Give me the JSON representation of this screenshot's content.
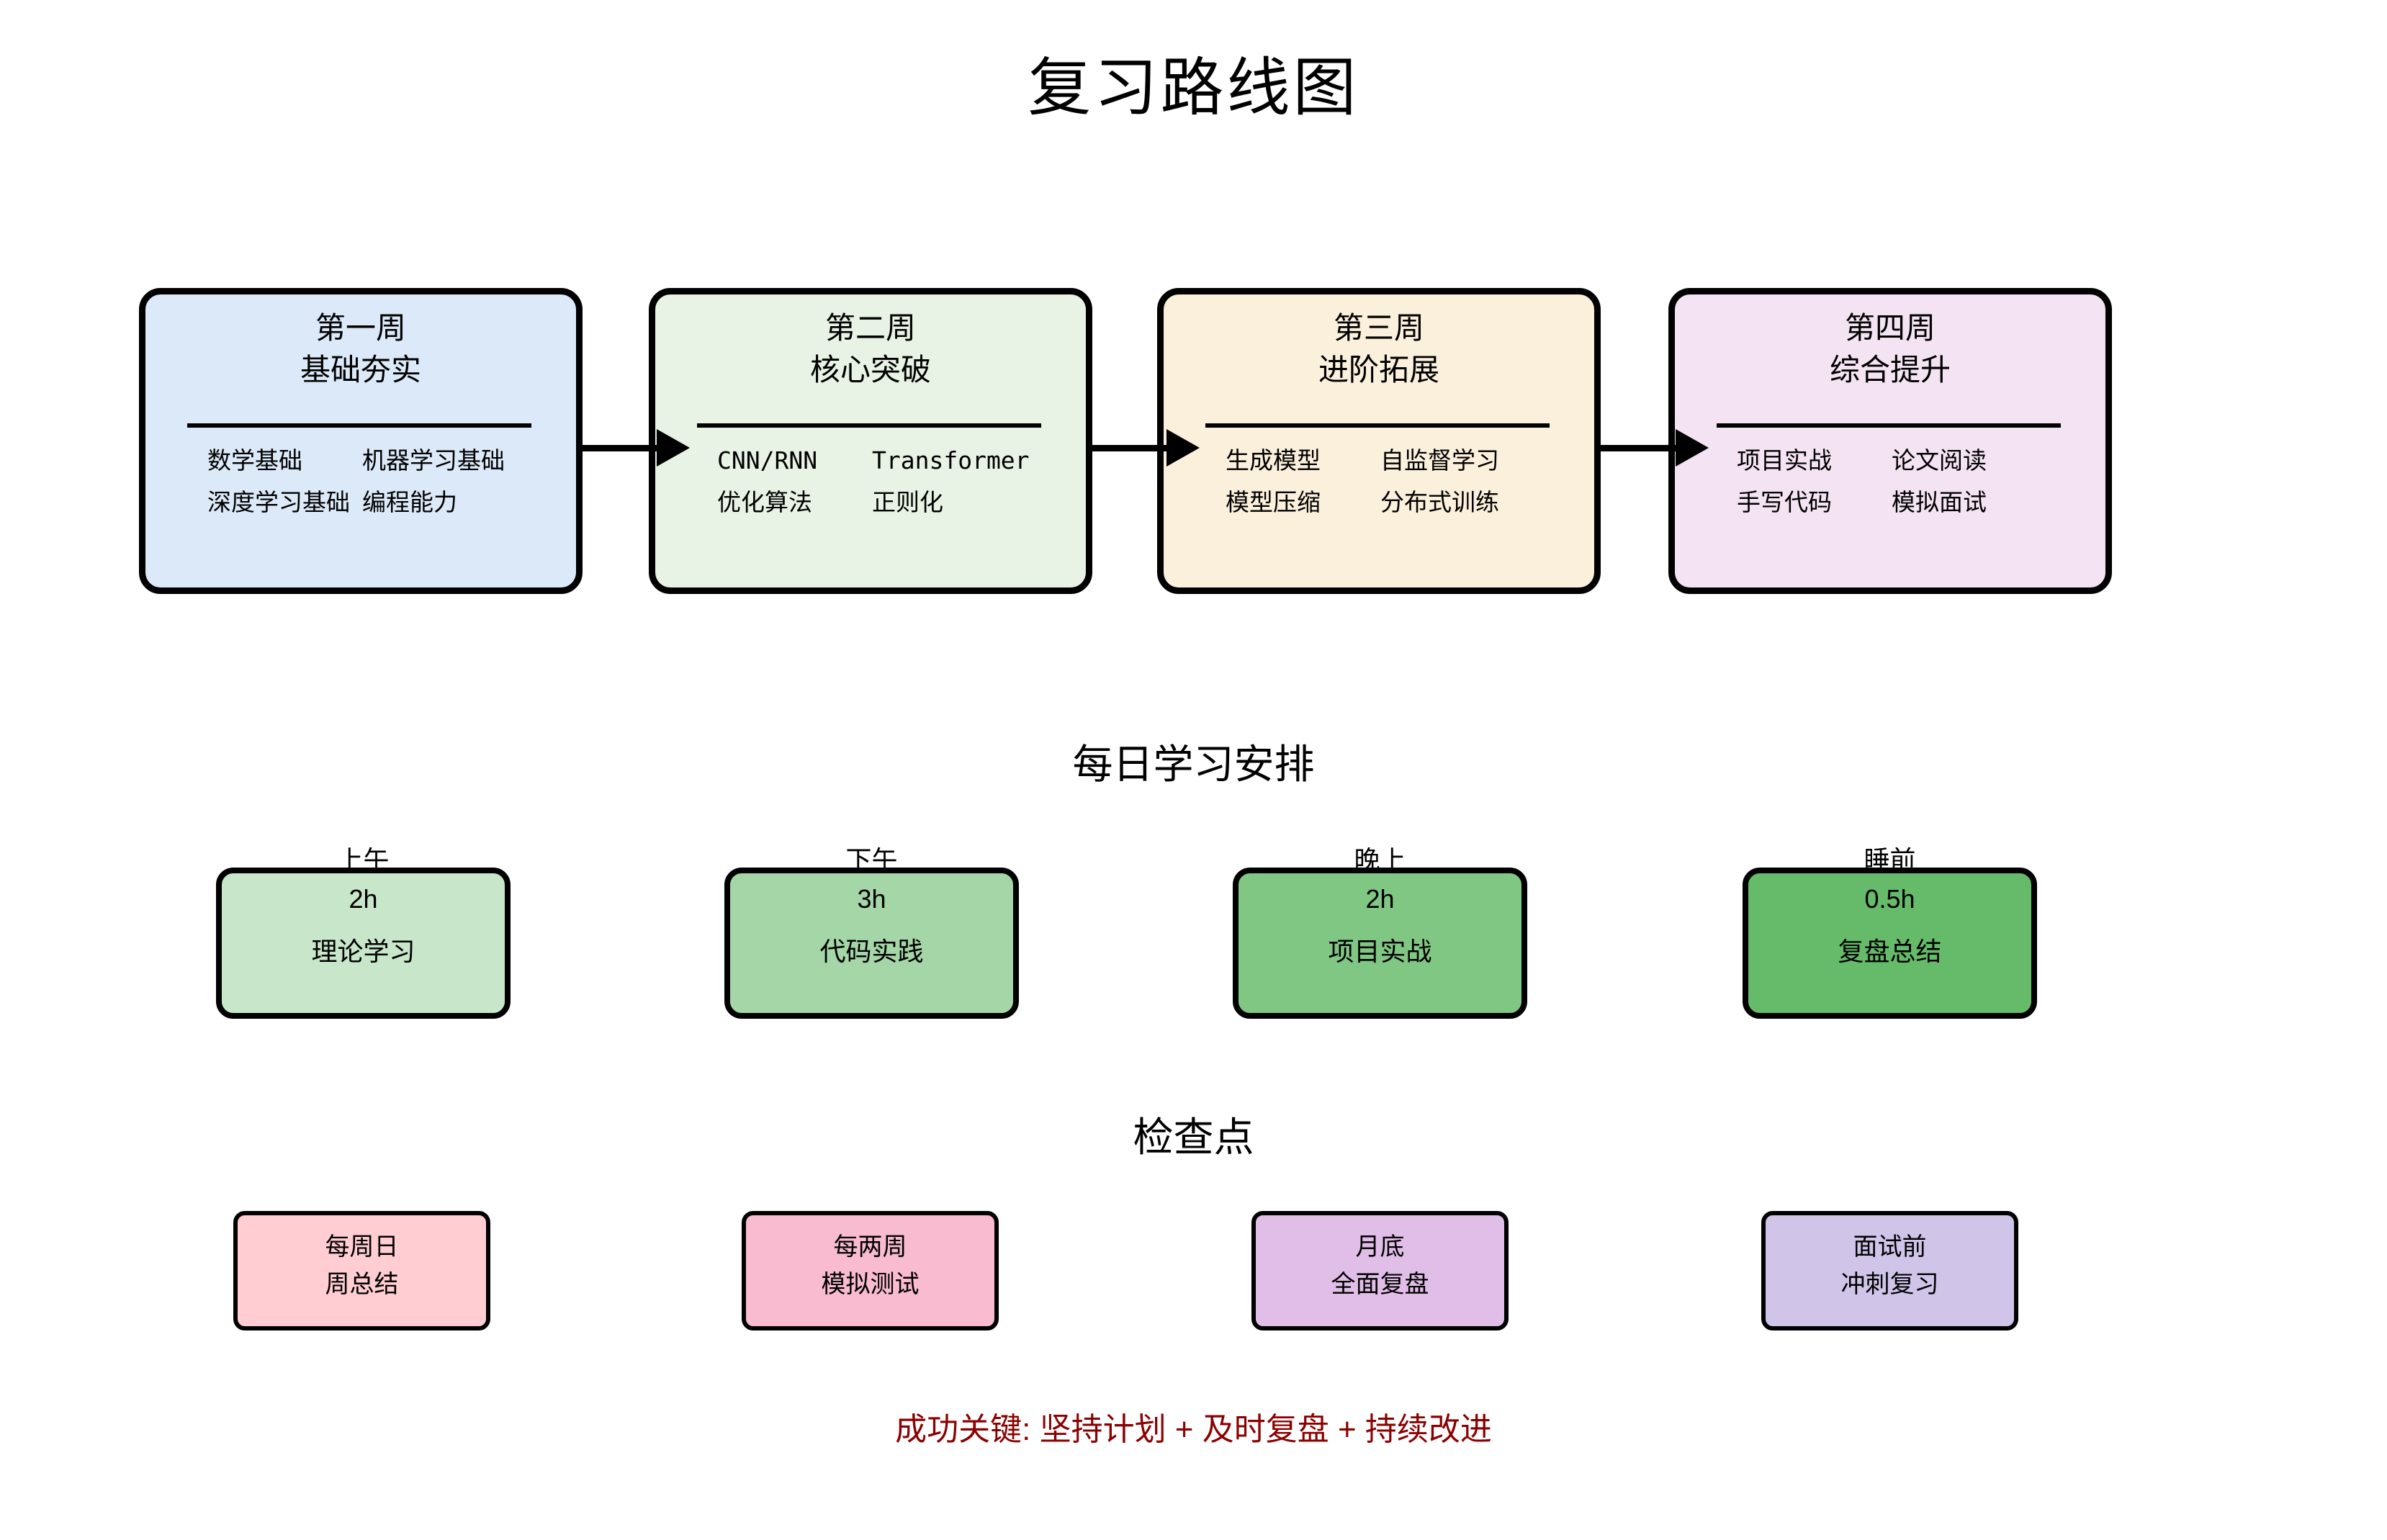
{
  "title": "复习路线图",
  "weeks": [
    {
      "name": "第一周",
      "focus": "基础夯实",
      "topics": [
        "数学基础",
        "机器学习基础",
        "深度学习基础",
        "编程能力"
      ],
      "bg": "#dce9f8"
    },
    {
      "name": "第二周",
      "focus": "核心突破",
      "topics": [
        "CNN/RNN",
        "Transformer",
        "优化算法",
        "正则化"
      ],
      "bg": "#e8f3e5"
    },
    {
      "name": "第三周",
      "focus": "进阶拓展",
      "topics": [
        "生成模型",
        "自监督学习",
        "模型压缩",
        "分布式训练"
      ],
      "bg": "#fbf0dc"
    },
    {
      "name": "第四周",
      "focus": "综合提升",
      "topics": [
        "项目实战",
        "论文阅读",
        "手写代码",
        "模拟面试"
      ],
      "bg": "#f4e4f3"
    }
  ],
  "daily": {
    "heading": "每日学习安排",
    "slots": [
      {
        "period": "上午",
        "duration": "2h",
        "activity": "理论学习",
        "bg": "#c8e6c9"
      },
      {
        "period": "下午",
        "duration": "3h",
        "activity": "代码实践",
        "bg": "#a5d6a7"
      },
      {
        "period": "晚上",
        "duration": "2h",
        "activity": "项目实战",
        "bg": "#81c784"
      },
      {
        "period": "睡前",
        "duration": "0.5h",
        "activity": "复盘总结",
        "bg": "#66bb6a"
      }
    ]
  },
  "checkpoints": {
    "heading": "检查点",
    "items": [
      {
        "when": "每周日",
        "what": "周总结",
        "bg": "#ffcdd2"
      },
      {
        "when": "每两周",
        "what": "模拟测试",
        "bg": "#f8bbd0"
      },
      {
        "when": "月底",
        "what": "全面复盘",
        "bg": "#e1bee7"
      },
      {
        "when": "面试前",
        "what": "冲刺复习",
        "bg": "#d1c4e9"
      }
    ]
  },
  "footer": {
    "text": "成功关键: 坚持计划 + 及时复盘 + 持续改进",
    "color": "#8b0000"
  },
  "line_color": "#000000"
}
